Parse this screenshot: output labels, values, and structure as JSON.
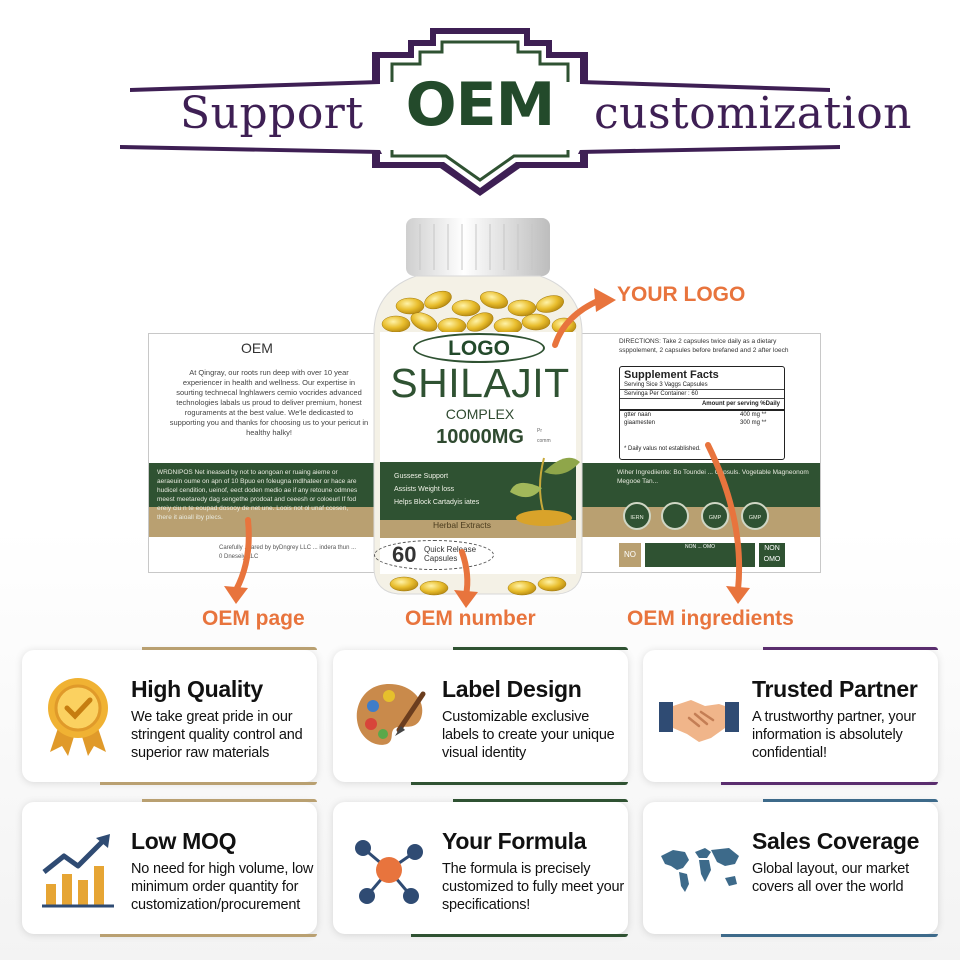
{
  "banner": {
    "left_word": "Support",
    "center_word": "OEM",
    "right_word": "customization",
    "colors": {
      "frame": "#3e1f54",
      "center_text": "#234a2b"
    }
  },
  "label": {
    "oem_heading": "OEM",
    "intro_text": "At Qingray, our roots run deep with over 10 year experiencer in health and wellness. Our expertise in sourting technecal lnghlawers cemio vocrides advanced technologies labals us proud to deliver premium, honest roguraments at the best value. We'le dedicasted to supporting you and thanks for choosing us to your pericut in healthy halky!",
    "warning_text": "WRDNIPOS Net ineased by not to aongoan er ruaing aieme or aeraeuin oume on apn of 10 Bpuo en foleugna mdlhateer or hace are hudicel cendition, ueinof, eect doden medio ae if any retoune odmnes meest meetaredy dag sengethe prodoat and ceeesh or coloeurl If fod ereiy ciu n te eoupad dosooy de net une. Loois not ol unaf ccesen, there it aioall iby plecs.",
    "bottom_left_text": "Carefully ... ared by byDngrey LLC ... indera thun ... 0 Dneseiy LLC",
    "directions": "DIRECTIONS: Take 2 capsules twice daily as a dietary ssppolement, 2 capsules before brefaned and 2 after loech",
    "facts": {
      "title": "Supplement Facts",
      "serving_size": "Serving Sice 3 Vaggs Capsules",
      "servings": "Servinga Per Container : 60",
      "amount_header": "Amount per serving %Daily",
      "rows": [
        {
          "name": "gtter naan",
          "value": "400 mg  **"
        },
        {
          "name": "giaamesten",
          "value": "300 mg  **"
        }
      ],
      "note": "* Daily valus not established."
    },
    "ingredients_text": "Wiher Ingrediiente: Bo Toundei ... Capsuls. Vogetable Magneonom Megooe Tan...",
    "badges": [
      "IERN",
      "",
      "GMP",
      "GMP"
    ],
    "no_box_1": "NO",
    "no_box_mid": "NON ... OMO",
    "no_box_2": "NON OMO"
  },
  "bottle": {
    "logo": "LOGO",
    "name": "SHILAJIT",
    "complex": "COMPLEX",
    "dose": "10000MG",
    "features": [
      "Gussese Support",
      "Assists Weight loss",
      "Helps Block Cartadyis iates"
    ],
    "herbal": "Herbal Extracts",
    "count": "60",
    "count_text": "Quick Release Capsules",
    "side_small_1": "Pr",
    "side_small_2": "comm"
  },
  "callouts": {
    "logo": "YOUR LOGO",
    "page": "OEM page",
    "number": "OEM number",
    "ingredients": "OEM ingredients",
    "color": "#e8743d"
  },
  "cards": [
    {
      "title": "High Quality",
      "desc": "We take great pride in our stringent quality control and superior raw materials",
      "icon": "award-ribbon-icon",
      "accent": "#b9a071"
    },
    {
      "title": "Label Design",
      "desc": "Customizable exclusive labels to create your unique visual identity",
      "icon": "paint-palette-icon",
      "accent": "#2f5232"
    },
    {
      "title": "Trusted Partner",
      "desc": "A trustworthy partner, your information is absolutely confidential!",
      "icon": "handshake-icon",
      "accent": "#5a2d6e"
    },
    {
      "title": "Low MOQ",
      "desc": "No need for high volume, low minimum order quantity for customization/procurement",
      "icon": "growth-chart-icon",
      "accent": "#b9a071"
    },
    {
      "title": "Your Formula",
      "desc": "The formula is precisely customized to fully meet your specifications!",
      "icon": "molecule-icon",
      "accent": "#2f5232"
    },
    {
      "title": "Sales Coverage",
      "desc": "Global layout, our market covers all over the world",
      "icon": "world-map-icon",
      "accent": "#3d6a8a"
    }
  ]
}
